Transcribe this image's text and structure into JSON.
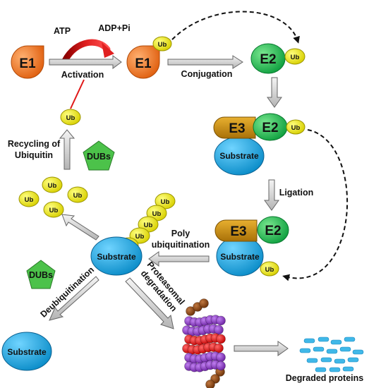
{
  "enzymes": {
    "e1": "E1",
    "e2": "E2",
    "e3": "E3"
  },
  "ubiquitin": "Ub",
  "substrate": "Substrate",
  "dubs": "DUBs",
  "labels": {
    "atp": "ATP",
    "adp_pi": "ADP+Pi",
    "activation": "Activation",
    "conjugation": "Conjugation",
    "ligation": "Ligation",
    "recycling_line1": "Recycling of",
    "recycling_line2": "Ubiquitin",
    "poly_line1": "Poly",
    "poly_line2": "ubiquitination",
    "deubiquitination": "Deubiquitination",
    "proteasomal_line1": "Proteasomal",
    "proteasomal_line2": "degradation",
    "degraded": "Degraded proteins"
  },
  "colors": {
    "e1": "#f07a28",
    "e2": "#22bf4e",
    "e3": "#c8900e",
    "ubiquitin": "#f2ee10",
    "substrate": "#14a6e0",
    "dubs": "#4cc24a",
    "atp_arrow": "#d81818",
    "proteasome_purple": "#8a3cc0",
    "proteasome_red": "#e01818",
    "proteasome_brown": "#8b4a1a",
    "fragments": "#40b8e8"
  }
}
